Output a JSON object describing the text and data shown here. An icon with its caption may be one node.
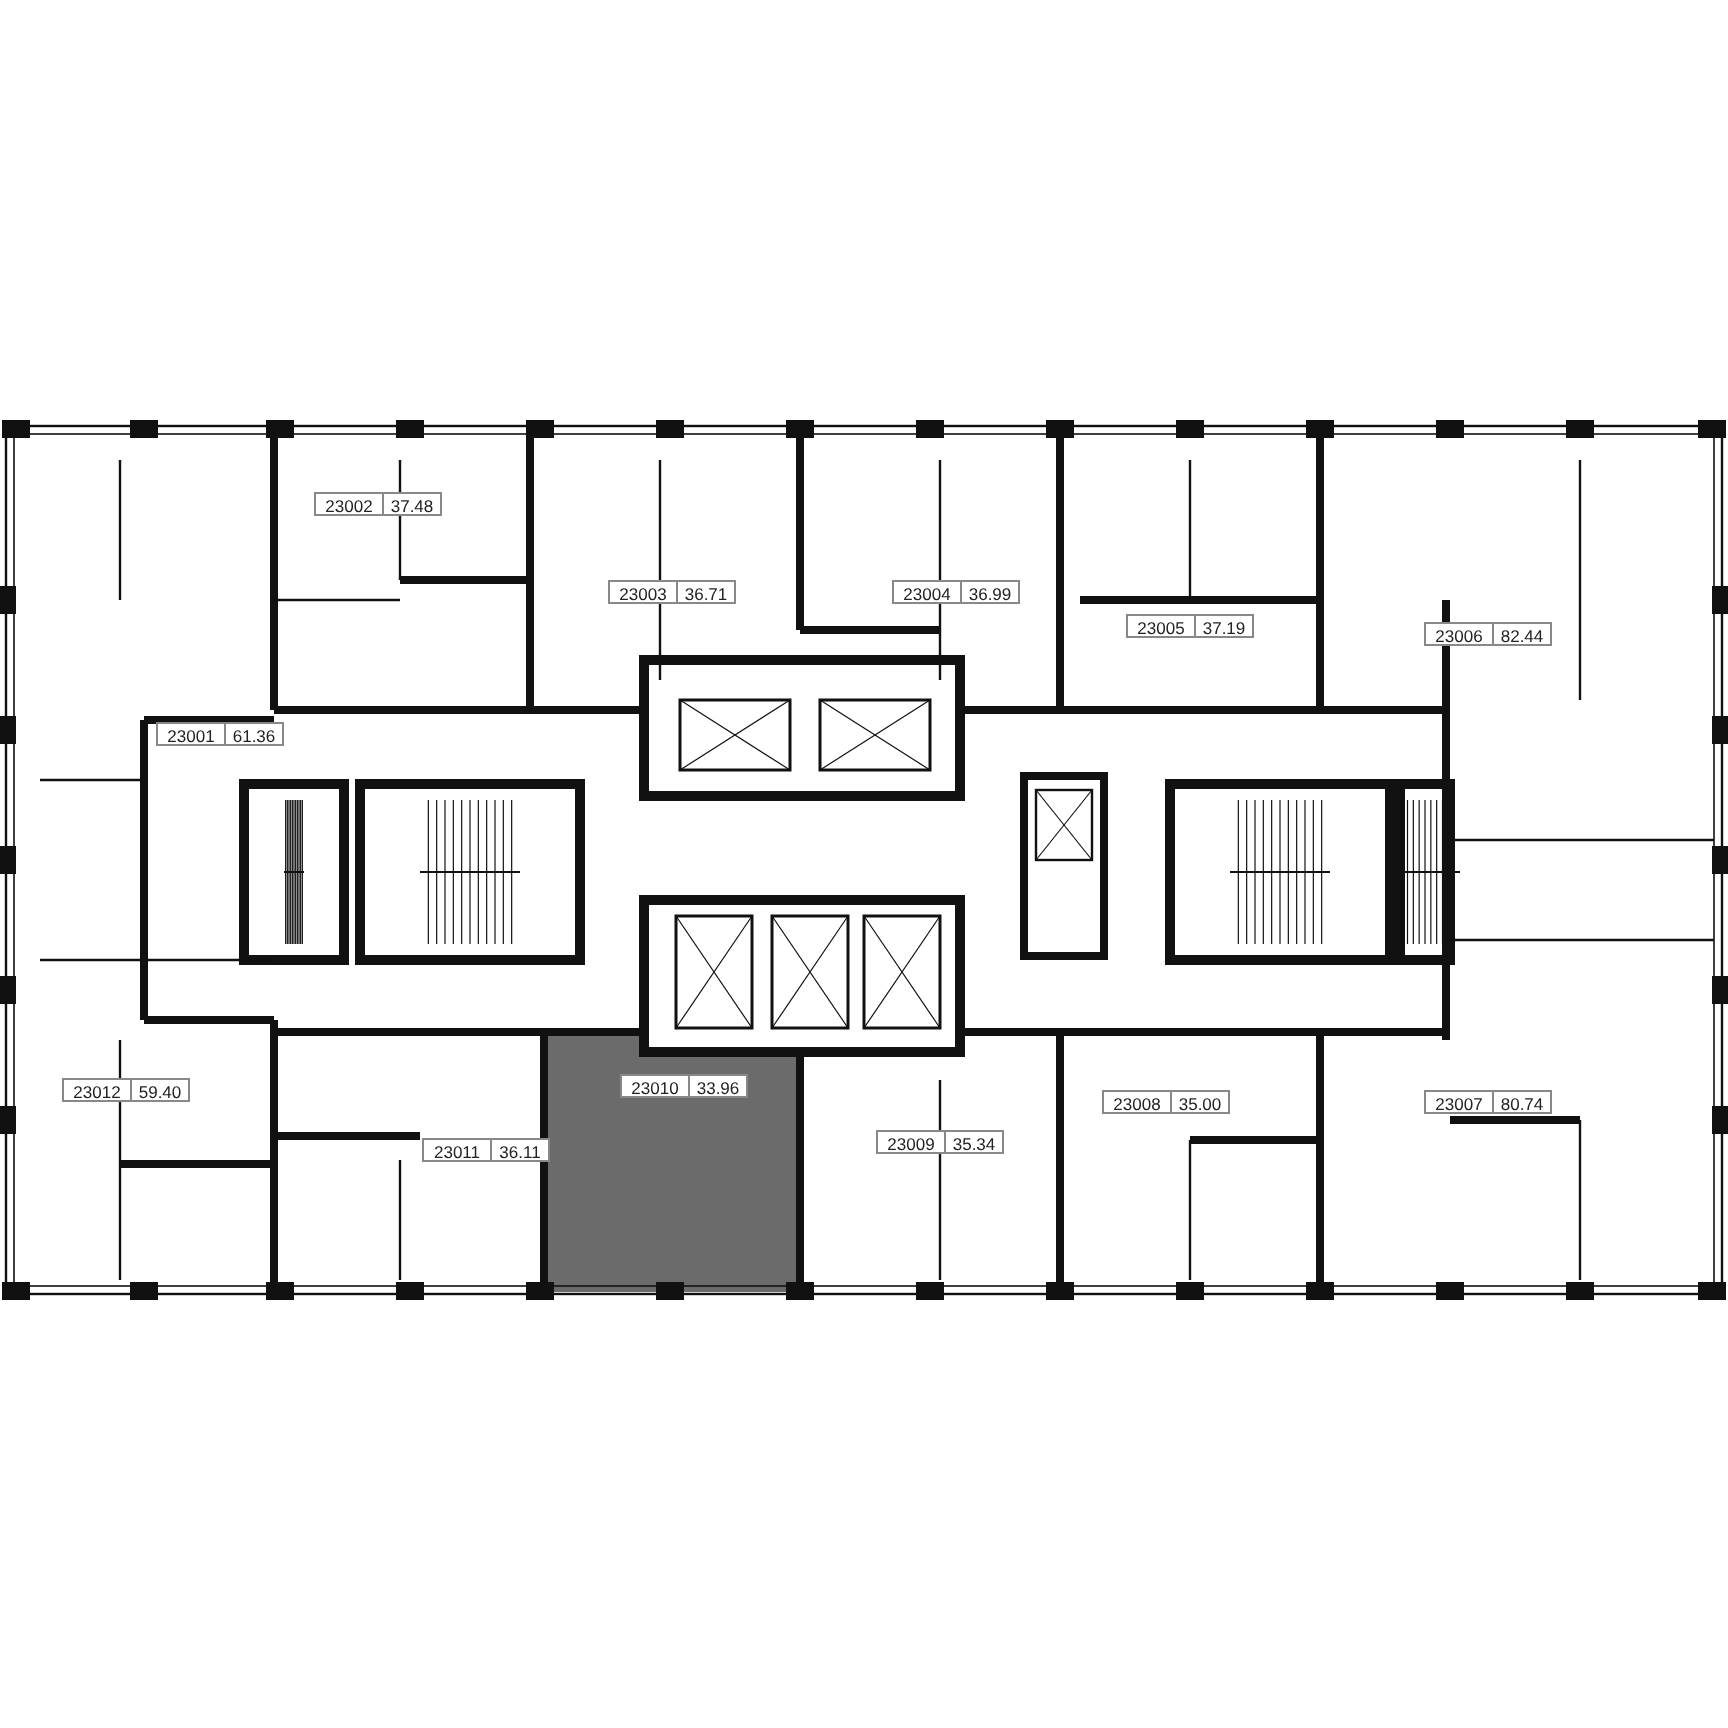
{
  "diagram": {
    "labels": [
      "23002",
      "37.48",
      "23003",
      "36.71",
      "23004",
      "36.99",
      "23005",
      "37.19",
      "23006",
      "82.44",
      "23001",
      "61.36",
      "23012",
      "59.40",
      "23010",
      "33.96",
      "23008",
      "35.00",
      "23007",
      "80.74",
      "23009",
      "35.34",
      "23011",
      "36.11"
    ]
  }
}
